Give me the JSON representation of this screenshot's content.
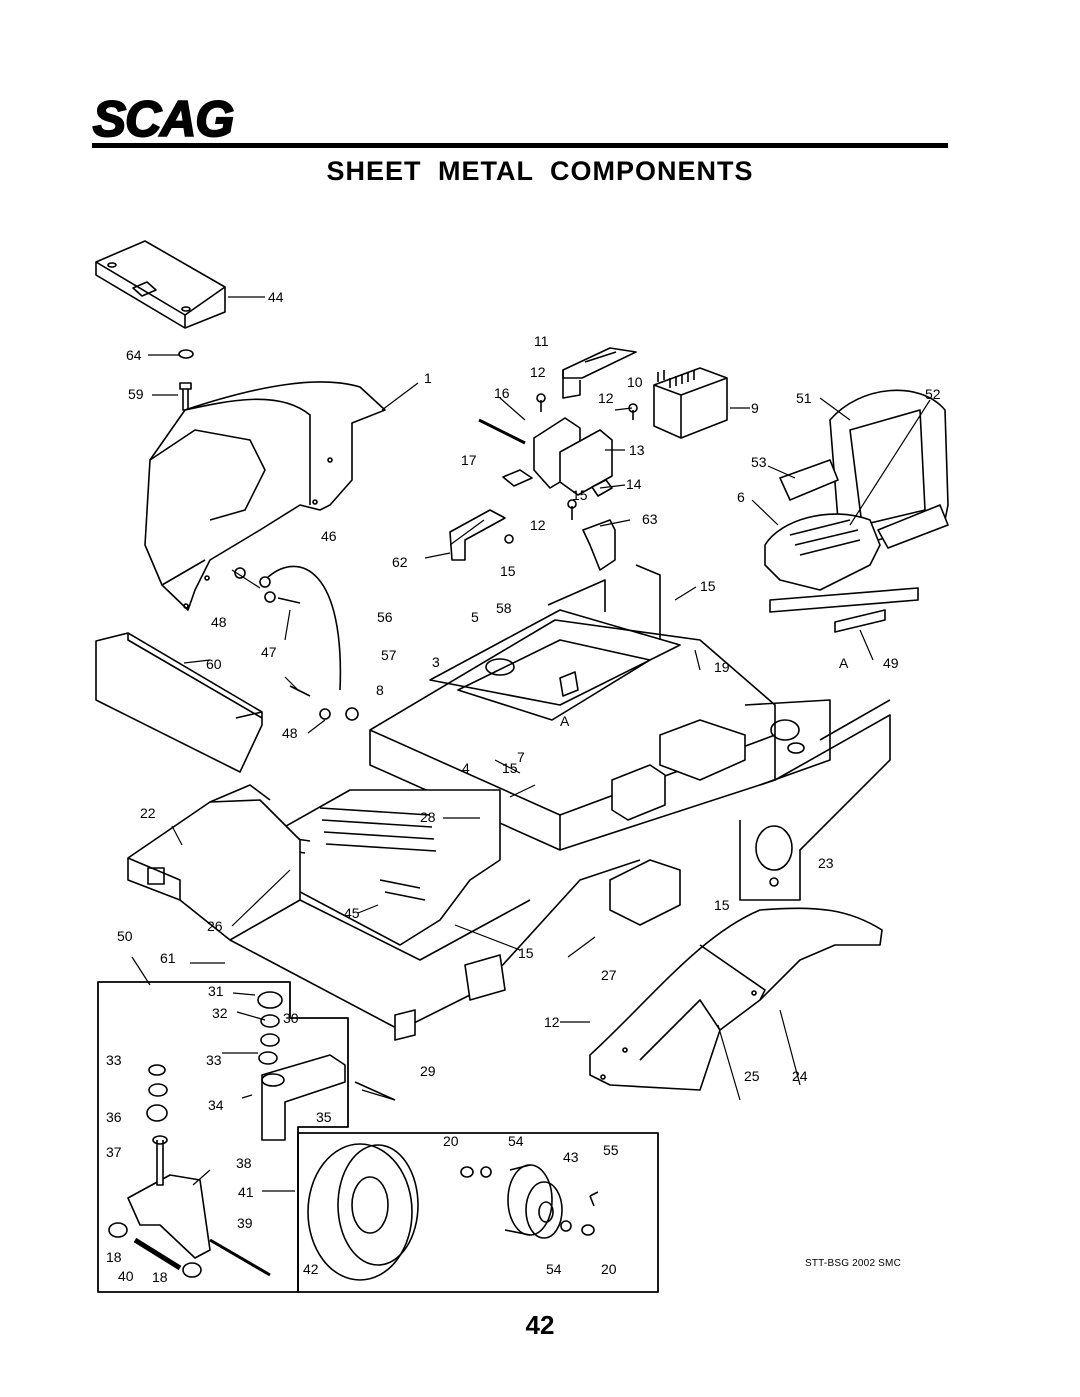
{
  "brand": {
    "logo_text": "SCAG"
  },
  "header": {
    "title": "SHEET METAL COMPONENTS"
  },
  "callouts": [
    {
      "id": "c44",
      "text": "44"
    },
    {
      "id": "c64",
      "text": "64"
    },
    {
      "id": "c59",
      "text": "59"
    },
    {
      "id": "c1",
      "text": "1"
    },
    {
      "id": "c11",
      "text": "11"
    },
    {
      "id": "c12a",
      "text": "12"
    },
    {
      "id": "c10",
      "text": "10"
    },
    {
      "id": "c16",
      "text": "16"
    },
    {
      "id": "c12b",
      "text": "12"
    },
    {
      "id": "c9",
      "text": "9"
    },
    {
      "id": "c51",
      "text": "51"
    },
    {
      "id": "c52",
      "text": "52"
    },
    {
      "id": "c13",
      "text": "13"
    },
    {
      "id": "c17",
      "text": "17"
    },
    {
      "id": "c53",
      "text": "53"
    },
    {
      "id": "c14",
      "text": "14"
    },
    {
      "id": "c15a",
      "text": "15"
    },
    {
      "id": "c6",
      "text": "6"
    },
    {
      "id": "c12c",
      "text": "12"
    },
    {
      "id": "c63",
      "text": "63"
    },
    {
      "id": "c46",
      "text": "46"
    },
    {
      "id": "c62",
      "text": "62"
    },
    {
      "id": "c15b",
      "text": "15"
    },
    {
      "id": "c15c",
      "text": "15"
    },
    {
      "id": "c48a",
      "text": "48"
    },
    {
      "id": "c56",
      "text": "56"
    },
    {
      "id": "c5",
      "text": "5"
    },
    {
      "id": "c58",
      "text": "58"
    },
    {
      "id": "c47",
      "text": "47"
    },
    {
      "id": "c60",
      "text": "60"
    },
    {
      "id": "c57",
      "text": "57"
    },
    {
      "id": "c3",
      "text": "3"
    },
    {
      "id": "c19",
      "text": "19"
    },
    {
      "id": "cA1",
      "text": "A"
    },
    {
      "id": "c49",
      "text": "49"
    },
    {
      "id": "c8",
      "text": "8"
    },
    {
      "id": "c48b",
      "text": "48"
    },
    {
      "id": "cA2",
      "text": "A"
    },
    {
      "id": "c7",
      "text": "7"
    },
    {
      "id": "c4",
      "text": "4"
    },
    {
      "id": "c15d",
      "text": "15"
    },
    {
      "id": "c22",
      "text": "22"
    },
    {
      "id": "c28",
      "text": "28"
    },
    {
      "id": "c23",
      "text": "23"
    },
    {
      "id": "c45",
      "text": "45"
    },
    {
      "id": "c15e",
      "text": "15"
    },
    {
      "id": "c26",
      "text": "26"
    },
    {
      "id": "c50",
      "text": "50"
    },
    {
      "id": "c15f",
      "text": "15"
    },
    {
      "id": "c61",
      "text": "61"
    },
    {
      "id": "c27",
      "text": "27"
    },
    {
      "id": "c31",
      "text": "31"
    },
    {
      "id": "c32",
      "text": "32"
    },
    {
      "id": "c30",
      "text": "30"
    },
    {
      "id": "c12d",
      "text": "12"
    },
    {
      "id": "c33a",
      "text": "33"
    },
    {
      "id": "c33b",
      "text": "33"
    },
    {
      "id": "c29",
      "text": "29"
    },
    {
      "id": "c25",
      "text": "25"
    },
    {
      "id": "c24",
      "text": "24"
    },
    {
      "id": "c36",
      "text": "36"
    },
    {
      "id": "c34",
      "text": "34"
    },
    {
      "id": "c35",
      "text": "35"
    },
    {
      "id": "c20a",
      "text": "20"
    },
    {
      "id": "c54a",
      "text": "54"
    },
    {
      "id": "c55",
      "text": "55"
    },
    {
      "id": "c37",
      "text": "37"
    },
    {
      "id": "c38",
      "text": "38"
    },
    {
      "id": "c43",
      "text": "43"
    },
    {
      "id": "c41",
      "text": "41"
    },
    {
      "id": "c39",
      "text": "39"
    },
    {
      "id": "c18a",
      "text": "18"
    },
    {
      "id": "c40",
      "text": "40"
    },
    {
      "id": "c18b",
      "text": "18"
    },
    {
      "id": "c42",
      "text": "42"
    },
    {
      "id": "c54b",
      "text": "54"
    },
    {
      "id": "c20b",
      "text": "20"
    }
  ],
  "footer": {
    "drawing_code": "STT-BSG 2002 SMC",
    "page_number": "42"
  }
}
